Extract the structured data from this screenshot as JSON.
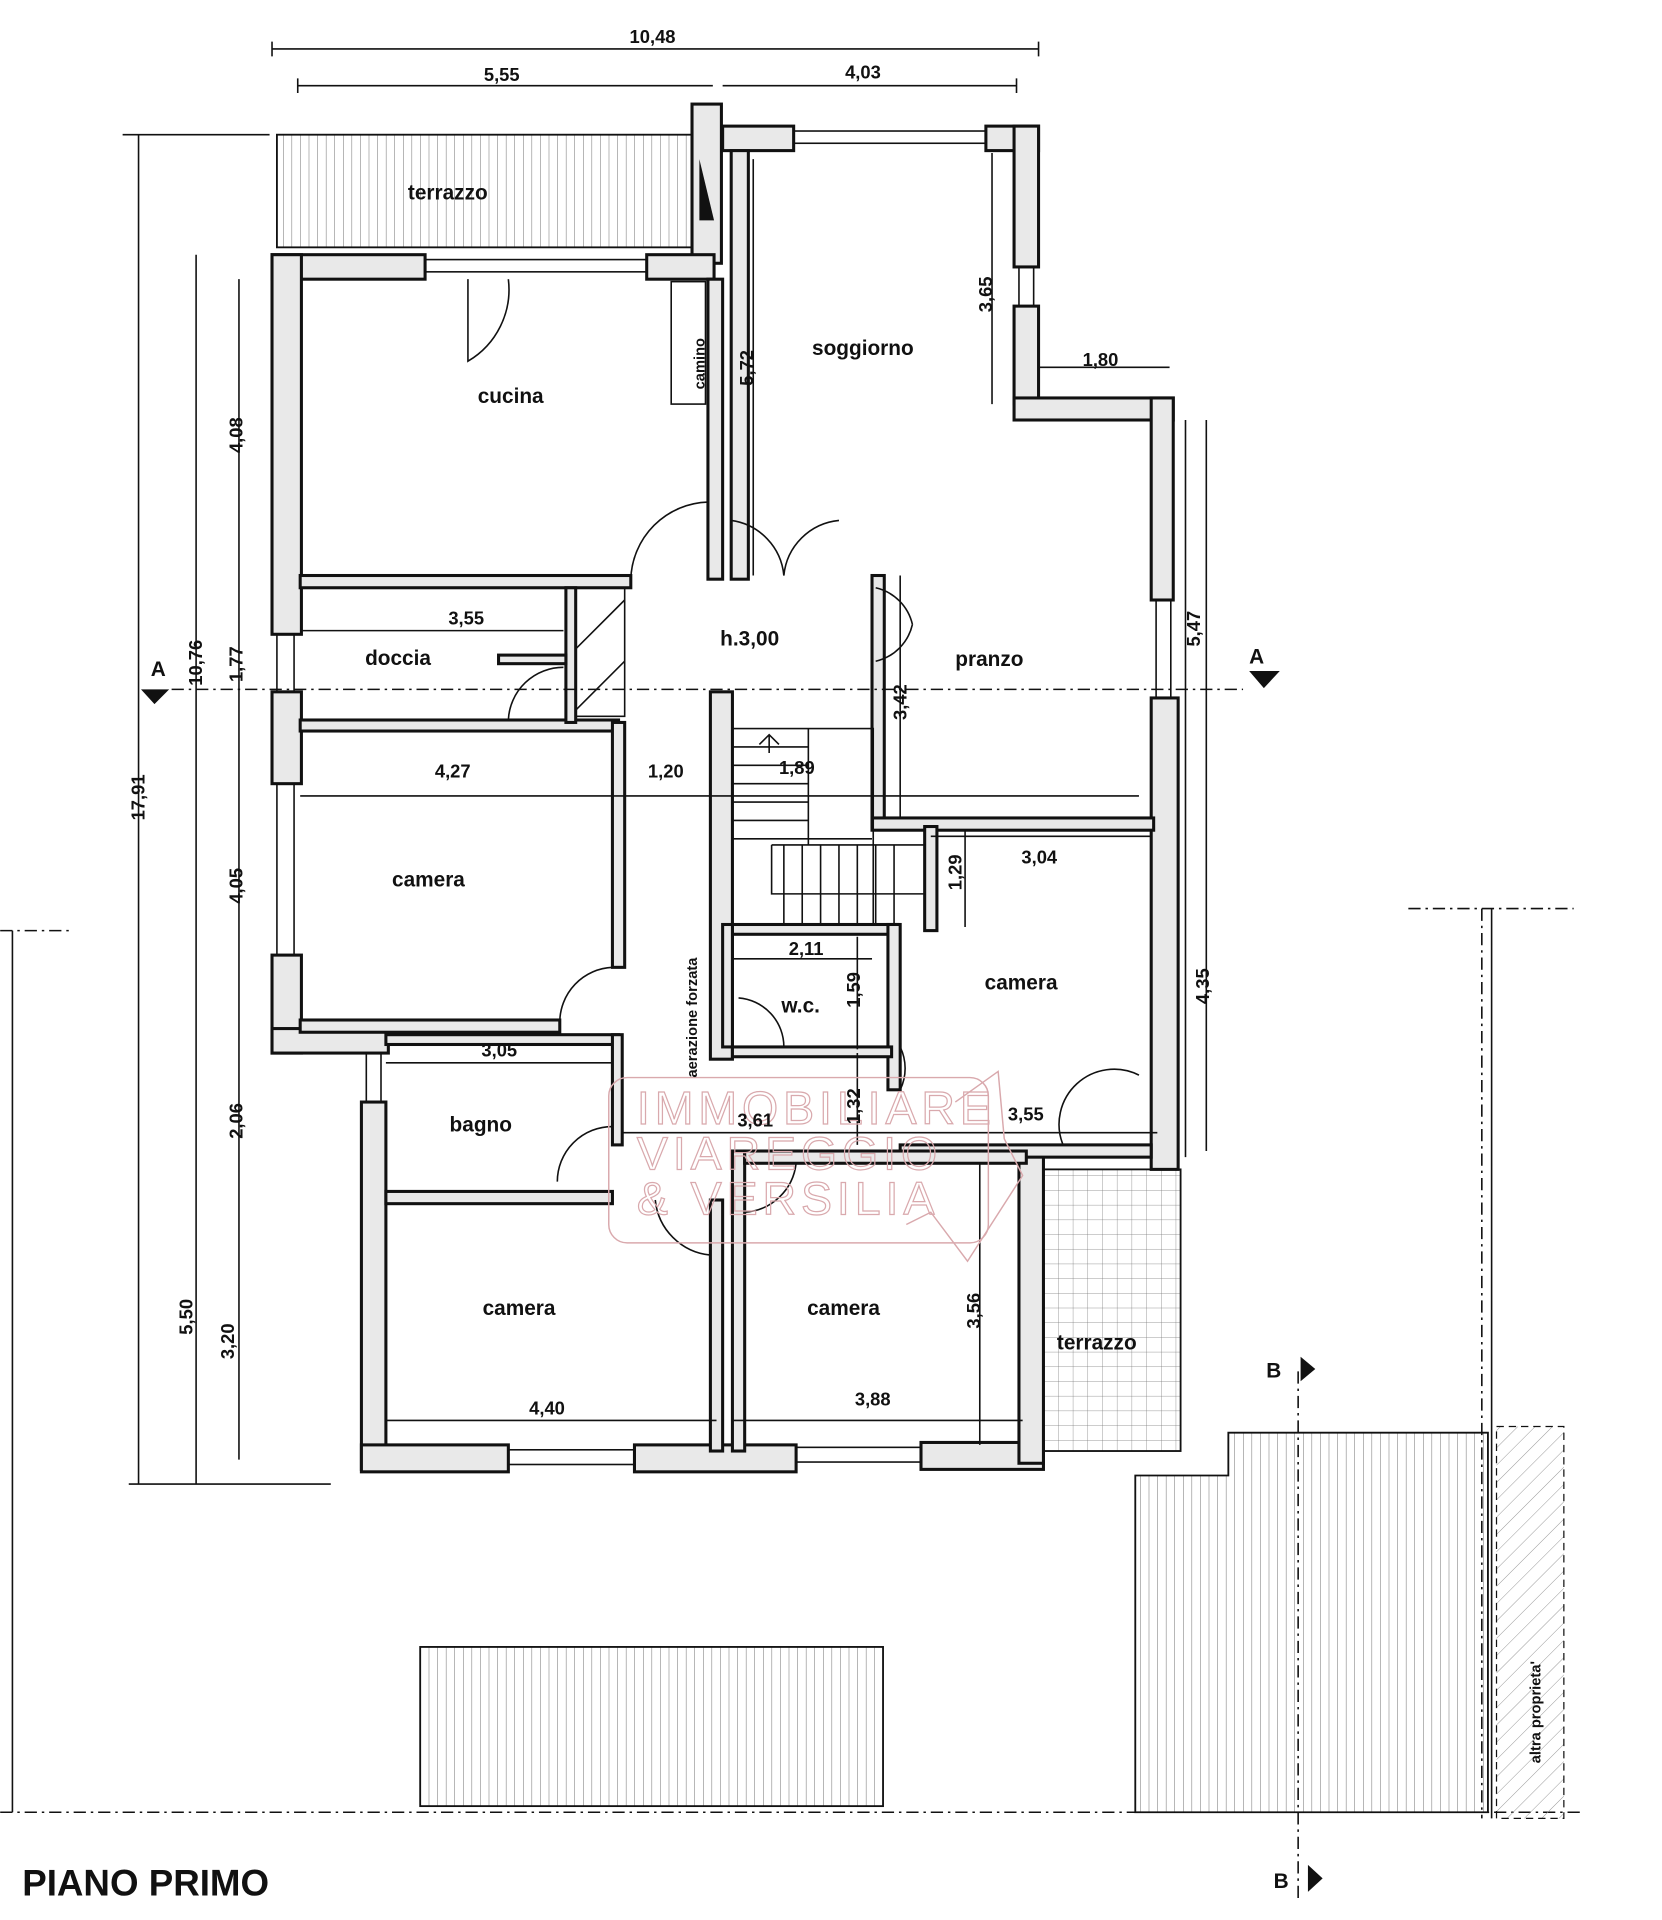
{
  "plan": {
    "title": "PIANO PRIMO",
    "rooms": {
      "terrazzo_top": "terrazzo",
      "cucina": "cucina",
      "camino": "camino",
      "soggiorno": "soggiorno",
      "doccia": "doccia",
      "hall_height": "h.3,00",
      "pranzo": "pranzo",
      "camera_1": "camera",
      "camera_2": "camera",
      "wc": "w.c.",
      "aerazione": "aerazione forzata",
      "bagno": "bagno",
      "camera_3": "camera",
      "camera_4": "camera",
      "terrazzo_bottom": "terrazzo",
      "altra_proprieta": "altra proprieta'"
    },
    "sections": {
      "a": "A",
      "b": "B"
    },
    "dimensions": [
      "10,48",
      "5,55",
      "4,03",
      "3,65",
      "1,80",
      "5,72",
      "4,08",
      "10,76",
      "1,77",
      "17,91",
      "3,55",
      "5,47",
      "3,42",
      "4,27",
      "1,20",
      "1,89",
      "1,29",
      "3,04",
      "4,05",
      "2,11",
      "1,59",
      "4,35",
      "3,05",
      "1,32",
      "3,61",
      "3,55",
      "2,06",
      "5,50",
      "3,20",
      "3,56",
      "4,40",
      "3,88"
    ],
    "watermark": {
      "line1": "IMMOBILIARE",
      "line2": "VIAREGGIO",
      "line3": "& VERSILIA",
      "color": "#d9a9ad"
    }
  }
}
